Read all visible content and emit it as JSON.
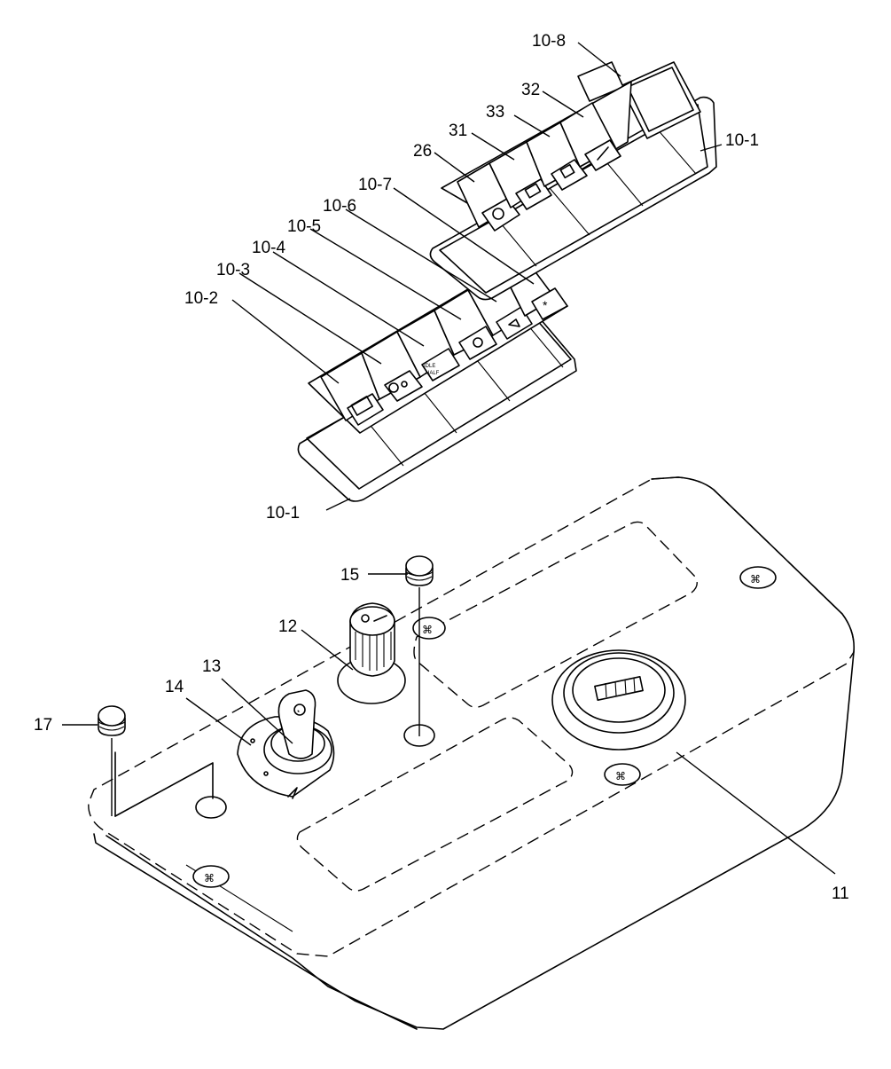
{
  "callouts": {
    "c10_8": "10-8",
    "c32": "32",
    "c33": "33",
    "c31": "31",
    "c26": "26",
    "c10_1_top": "10-1",
    "c10_7": "10-7",
    "c10_6": "10-6",
    "c10_5": "10-5",
    "c10_4": "10-4",
    "c10_3": "10-3",
    "c10_2": "10-2",
    "c10_1_bottom": "10-1",
    "c15": "15",
    "c12": "12",
    "c13": "13",
    "c14": "14",
    "c17": "17",
    "c11": "11"
  },
  "switch_legends": {
    "idle_line1": "IDLE",
    "idle_line2": "HALF"
  }
}
